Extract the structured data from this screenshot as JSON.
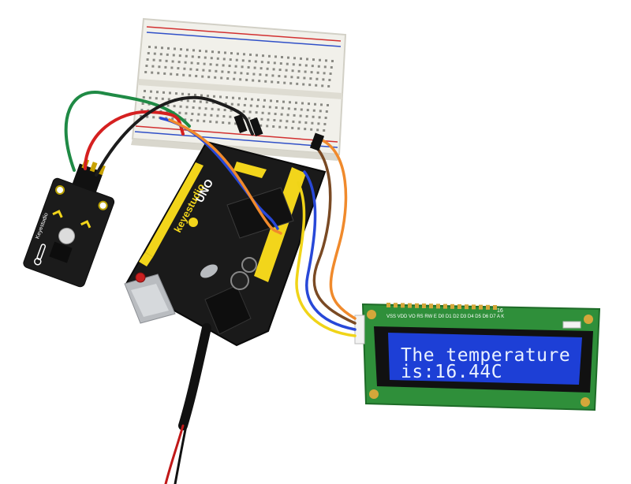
{
  "lcd": {
    "line1": "The temperature",
    "line2": "is:16.44C",
    "pin_header": "VSS VDD VO RS RW E  D0 D1 D2 D3 D4 D5 D6 D7 A  K",
    "pin_count": "16"
  },
  "board": {
    "brand": "keyestudio",
    "model": "UNO"
  },
  "sensor": {
    "brand": "Keyestudio"
  },
  "colors": {
    "lcd_screen": "#1d3fd6",
    "lcd_pcb": "#2f8f3a",
    "board_pcb": "#1a1a1a",
    "header_yellow": "#f2d51b",
    "wire_green": "#1f8a45",
    "wire_red": "#d52020",
    "wire_black": "#1c1c1c",
    "wire_blue": "#2848d8",
    "wire_orange": "#f08a2c",
    "wire_brown": "#7a4a24",
    "wire_yellow": "#f0d418"
  },
  "icons": [
    "thermometer-icon",
    "keyestudio-logo-icon"
  ]
}
